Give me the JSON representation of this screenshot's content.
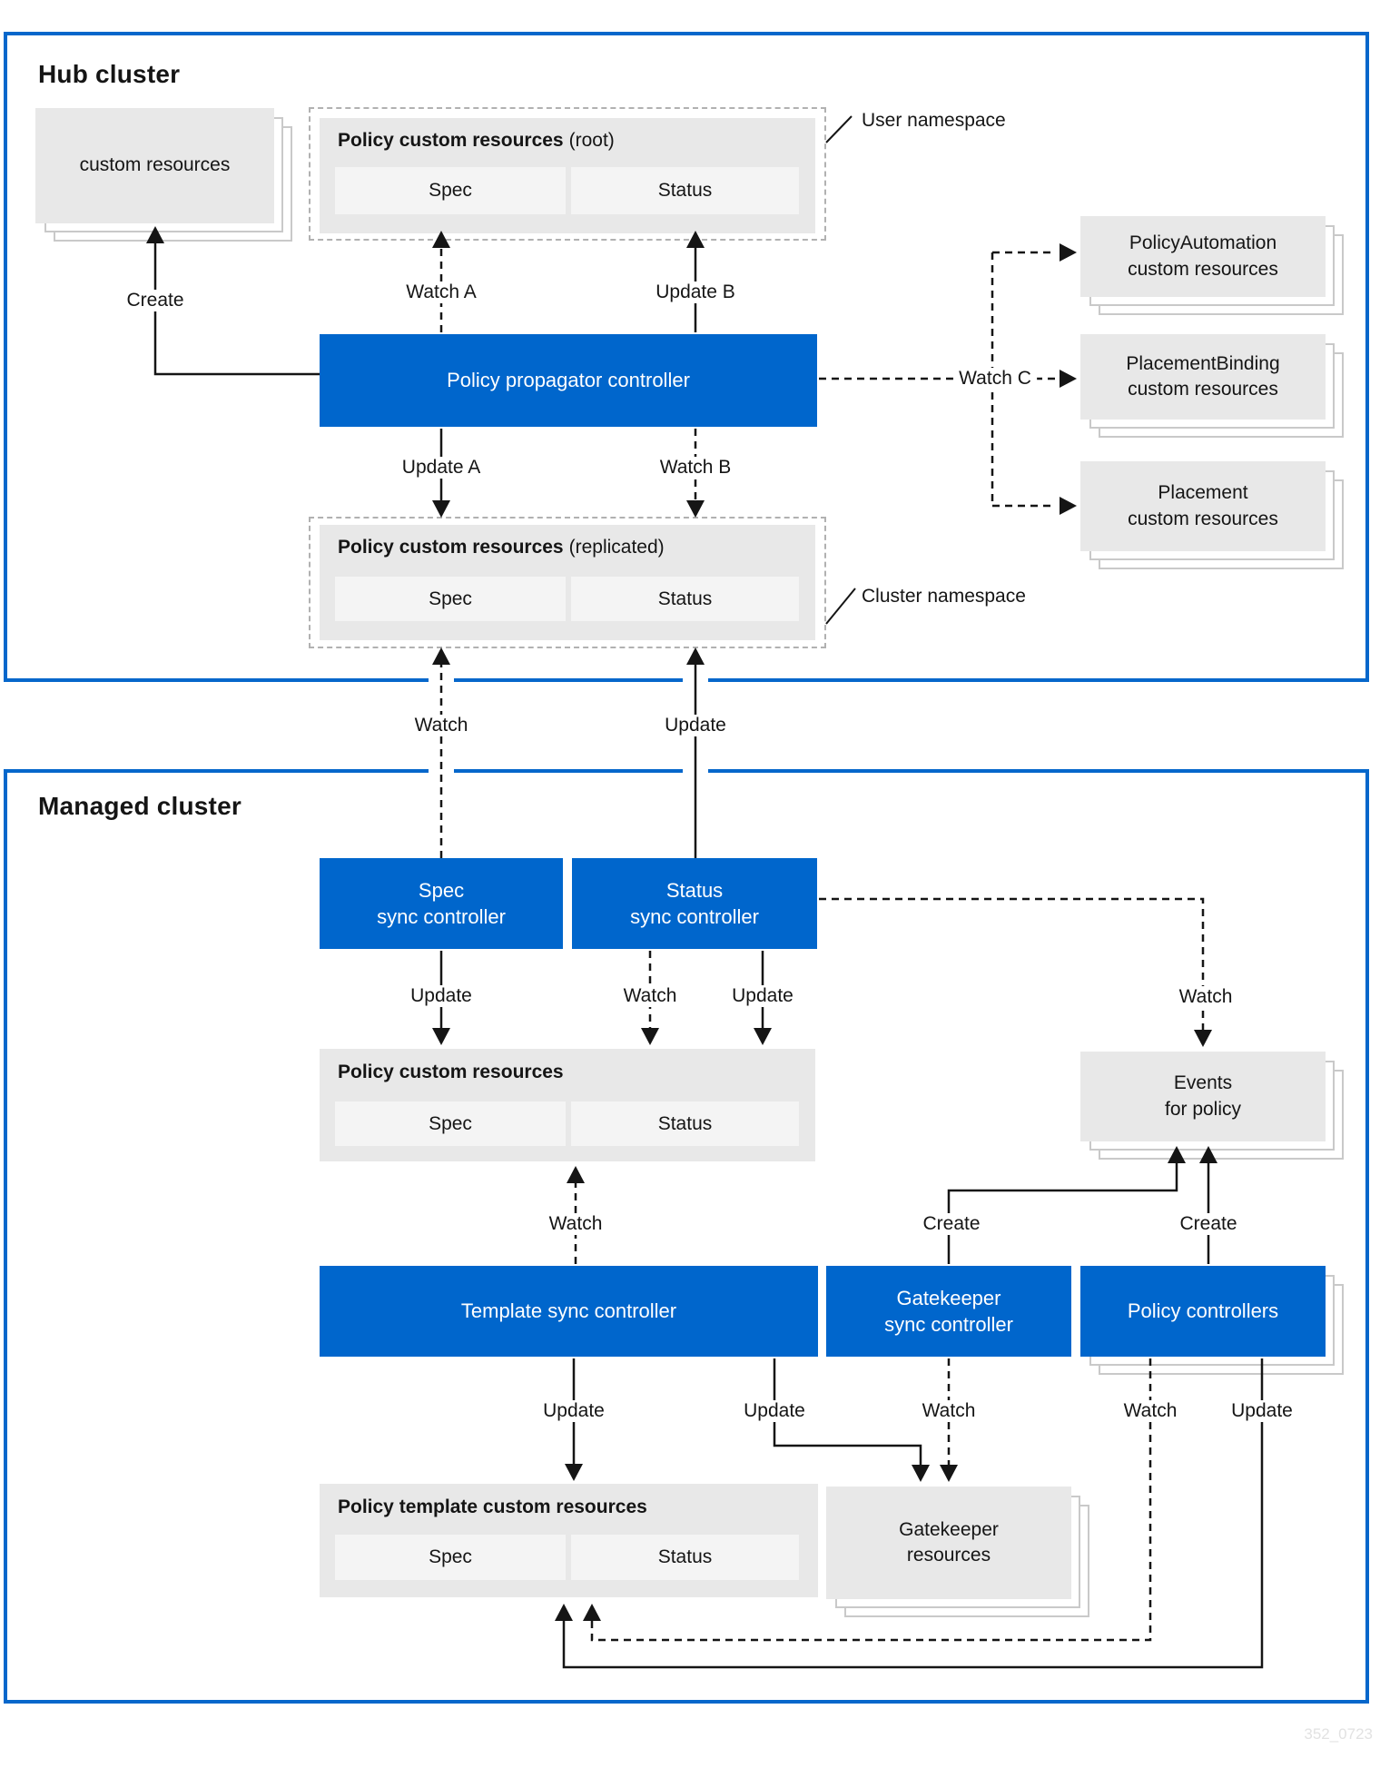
{
  "hub": {
    "title": "Hub cluster",
    "custom_resources": "custom resources",
    "user_namespace_label": "User namespace",
    "cluster_namespace_label": "Cluster namespace",
    "root_policy": {
      "title": "Policy custom resources",
      "suffix": "(root)",
      "spec": "Spec",
      "status": "Status"
    },
    "replicated_policy": {
      "title": "Policy custom resources",
      "suffix": "(replicated)",
      "spec": "Spec",
      "status": "Status"
    },
    "propagator": "Policy propagator controller",
    "right_boxes": [
      {
        "line1": "PolicyAutomation",
        "line2": "custom resources"
      },
      {
        "line1": "PlacementBinding",
        "line2": "custom resources"
      },
      {
        "line1": "Placement",
        "line2": "custom resources"
      }
    ]
  },
  "managed": {
    "title": "Managed cluster",
    "spec_sync": {
      "line1": "Spec",
      "line2": "sync controller"
    },
    "status_sync": {
      "line1": "Status",
      "line2": "sync controller"
    },
    "template_sync": "Template sync controller",
    "gatekeeper_sync": {
      "line1": "Gatekeeper",
      "line2": "sync controller"
    },
    "policy_controllers": "Policy controllers",
    "policy_resources": {
      "title": "Policy custom resources",
      "spec": "Spec",
      "status": "Status"
    },
    "template_resources": {
      "title": "Policy template custom resources",
      "spec": "Spec",
      "status": "Status"
    },
    "events": {
      "line1": "Events",
      "line2": "for policy"
    },
    "gatekeeper_resources": {
      "line1": "Gatekeeper",
      "line2": "resources"
    }
  },
  "arrow_labels": {
    "create": "Create",
    "watch": "Watch",
    "update": "Update",
    "watch_a": "Watch A",
    "watch_b": "Watch B",
    "watch_c": "Watch C",
    "update_a": "Update A",
    "update_b": "Update B"
  },
  "footer": {
    "watermark": "352_0723"
  }
}
